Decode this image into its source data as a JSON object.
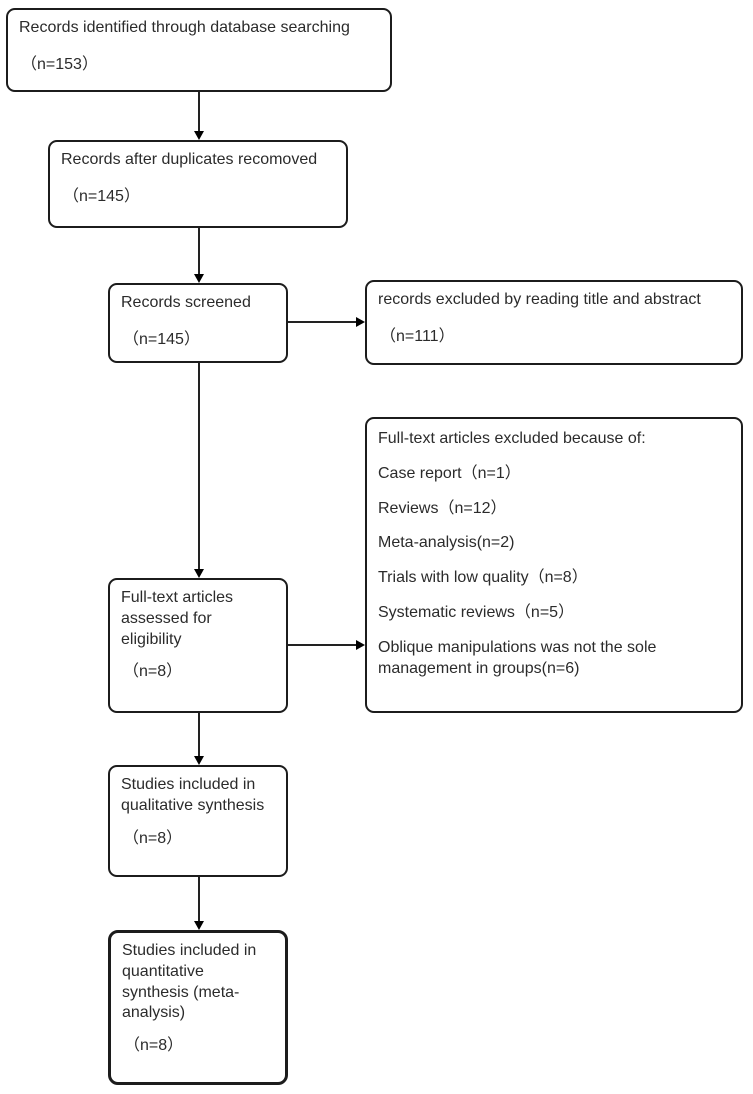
{
  "flow": {
    "identified": {
      "text": "Records identified through database searching",
      "count": "（n=153）"
    },
    "duplicates": {
      "text": "Records after duplicates recomoved",
      "count": "（n=145）"
    },
    "screened": {
      "text": "Records screened",
      "count": "（n=145）"
    },
    "excluded_title_abstract": {
      "text": "records excluded by reading title and abstract",
      "count": "（n=111）"
    },
    "fulltext_excluded": {
      "header": "Full-text articles excluded because of:",
      "reasons": [
        "Case report（n=1）",
        "Reviews（n=12）",
        "Meta-analysis(n=2)",
        "Trials with low quality（n=8）",
        "Systematic reviews（n=5）",
        "Oblique manipulations was not the sole management in groups(n=6)"
      ]
    },
    "eligibility": {
      "text": "Full-text articles assessed for eligibility",
      "count": "（n=8）"
    },
    "qualitative": {
      "text": "Studies included in qualitative synthesis",
      "count": "（n=8）"
    },
    "quantitative": {
      "text": "Studies included in quantitative synthesis (meta-analysis)",
      "count": "（n=8）"
    }
  }
}
